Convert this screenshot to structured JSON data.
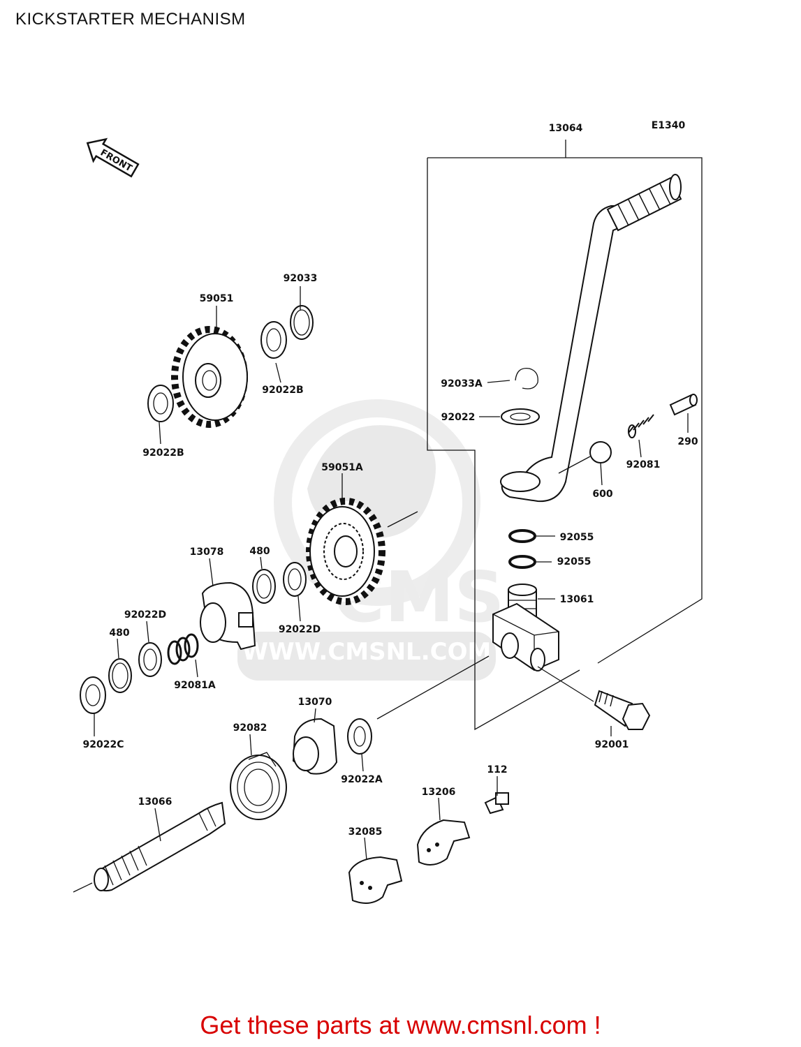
{
  "title": "KICKSTARTER MECHANISM",
  "diagram_code": "E1340",
  "front_label": "FRONT",
  "watermark": {
    "brand": "CMS",
    "url": "WWW.CMSNL.COM"
  },
  "labels": {
    "p13064": "13064",
    "p92033": "92033",
    "p59051": "59051",
    "p92022B_top": "92022B",
    "p92022B_left": "92022B",
    "p92033A": "92033A",
    "p92022": "92022",
    "p290": "290",
    "p92081": "92081",
    "p600": "600",
    "p59051A": "59051A",
    "p13078": "13078",
    "p480_top": "480",
    "p92055_a": "92055",
    "p92055_b": "92055",
    "p92022D_left": "92022D",
    "p92022D_right": "92022D",
    "p480_left": "480",
    "p13061": "13061",
    "p92081A": "92081A",
    "p92022C": "92022C",
    "p13070": "13070",
    "p92082": "92082",
    "p92001": "92001",
    "p92022A": "92022A",
    "p112": "112",
    "p13206": "13206",
    "p13066": "13066",
    "p32085": "32085"
  },
  "footer": "Get these parts at www.cmsnl.com !"
}
